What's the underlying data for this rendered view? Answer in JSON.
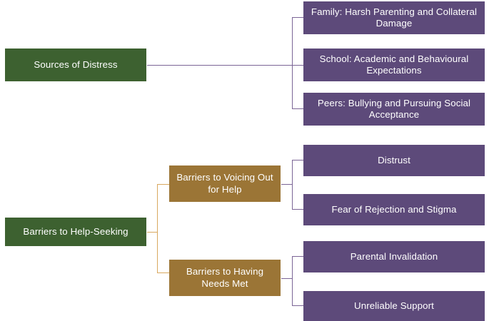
{
  "diagram": {
    "type": "hierarchy-tree",
    "background_color": "#ffffff",
    "palette": {
      "level1_green": "#3D6130",
      "level2_brown": "#9B7536",
      "level3_purple": "#5D4A7A",
      "connector_purple": "#7B6596",
      "connector_brown": "#D9A85F",
      "node_text": "#ffffff"
    },
    "branches": [
      {
        "id": "sources-of-distress",
        "root_label": "Sources of Distress",
        "children": [
          {
            "id": "family",
            "label": "Family: Harsh Parenting and Collateral Damage"
          },
          {
            "id": "school",
            "label": "School: Academic and Behavioural Expectations"
          },
          {
            "id": "peers",
            "label": "Peers: Bullying and Pursuing Social Acceptance"
          }
        ]
      },
      {
        "id": "barriers-to-help-seeking",
        "root_label": "Barriers to Help-Seeking",
        "children": [
          {
            "id": "barriers-voicing-out",
            "label": "Barriers to Voicing Out for Help",
            "children": [
              {
                "id": "distrust",
                "label": "Distrust"
              },
              {
                "id": "fear-of-rejection",
                "label": "Fear of Rejection and Stigma"
              }
            ]
          },
          {
            "id": "barriers-needs-met",
            "label": "Barriers to Having Needs Met",
            "children": [
              {
                "id": "parental-invalidation",
                "label": "Parental Invalidation"
              },
              {
                "id": "unreliable-support",
                "label": "Unreliable Support"
              }
            ]
          }
        ]
      }
    ]
  },
  "nodes": {
    "sources_of_distress": "Sources of Distress",
    "family": "Family: Harsh Parenting and Collateral Damage",
    "school": "School: Academic and Behavioural Expectations",
    "peers": "Peers: Bullying and Pursuing Social Acceptance",
    "barriers_to_help_seeking": "Barriers to Help-Seeking",
    "barriers_voicing_out": "Barriers to Voicing Out for Help",
    "barriers_needs_met": "Barriers to Having Needs Met",
    "distrust": "Distrust",
    "fear_of_rejection": "Fear of Rejection and Stigma",
    "parental_invalidation": "Parental Invalidation",
    "unreliable_support": "Unreliable Support"
  }
}
